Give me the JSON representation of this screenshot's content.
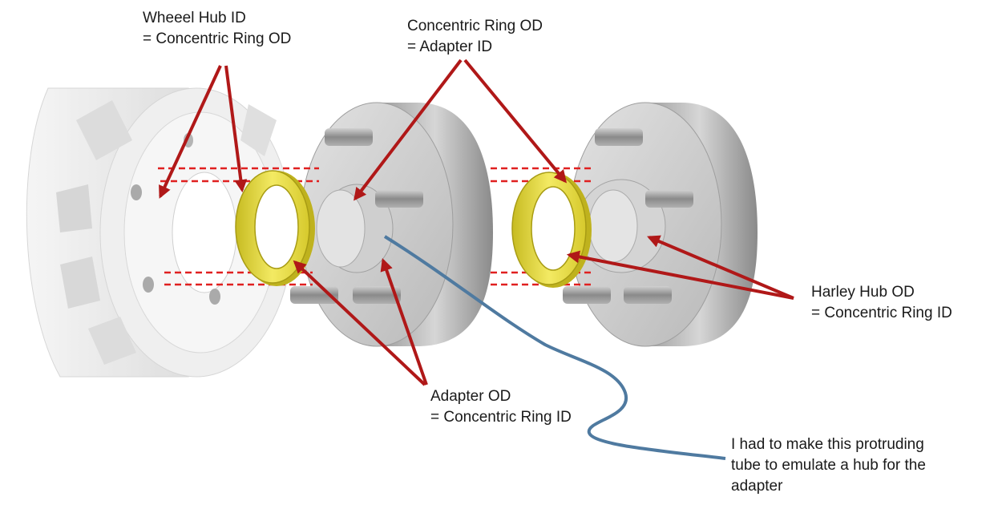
{
  "labels": {
    "wheel_hub": {
      "line1": "Wheeel Hub ID",
      "line2": "= Concentric Ring OD"
    },
    "concentric_ring": {
      "line1": "Concentric Ring OD",
      "line2": "= Adapter ID"
    },
    "harley_hub": {
      "line1": "Harley Hub OD",
      "line2": "= Concentric Ring ID"
    },
    "adapter_od": {
      "line1": "Adapter OD",
      "line2": "= Concentric Ring ID"
    },
    "note": {
      "line1": "I had to make this protruding",
      "line2": "tube to emulate a hub for the",
      "line3": "adapter"
    }
  },
  "colors": {
    "arrow": "#b01818",
    "dashed_line": "#e02020",
    "note_curve": "#4f7aa0",
    "ring": "#e6dc3c",
    "ring_shadow": "#bfb21e",
    "metal": "#bdbdbd",
    "metal_dark": "#8c8c8c",
    "wheel": "#e4e4e4"
  }
}
